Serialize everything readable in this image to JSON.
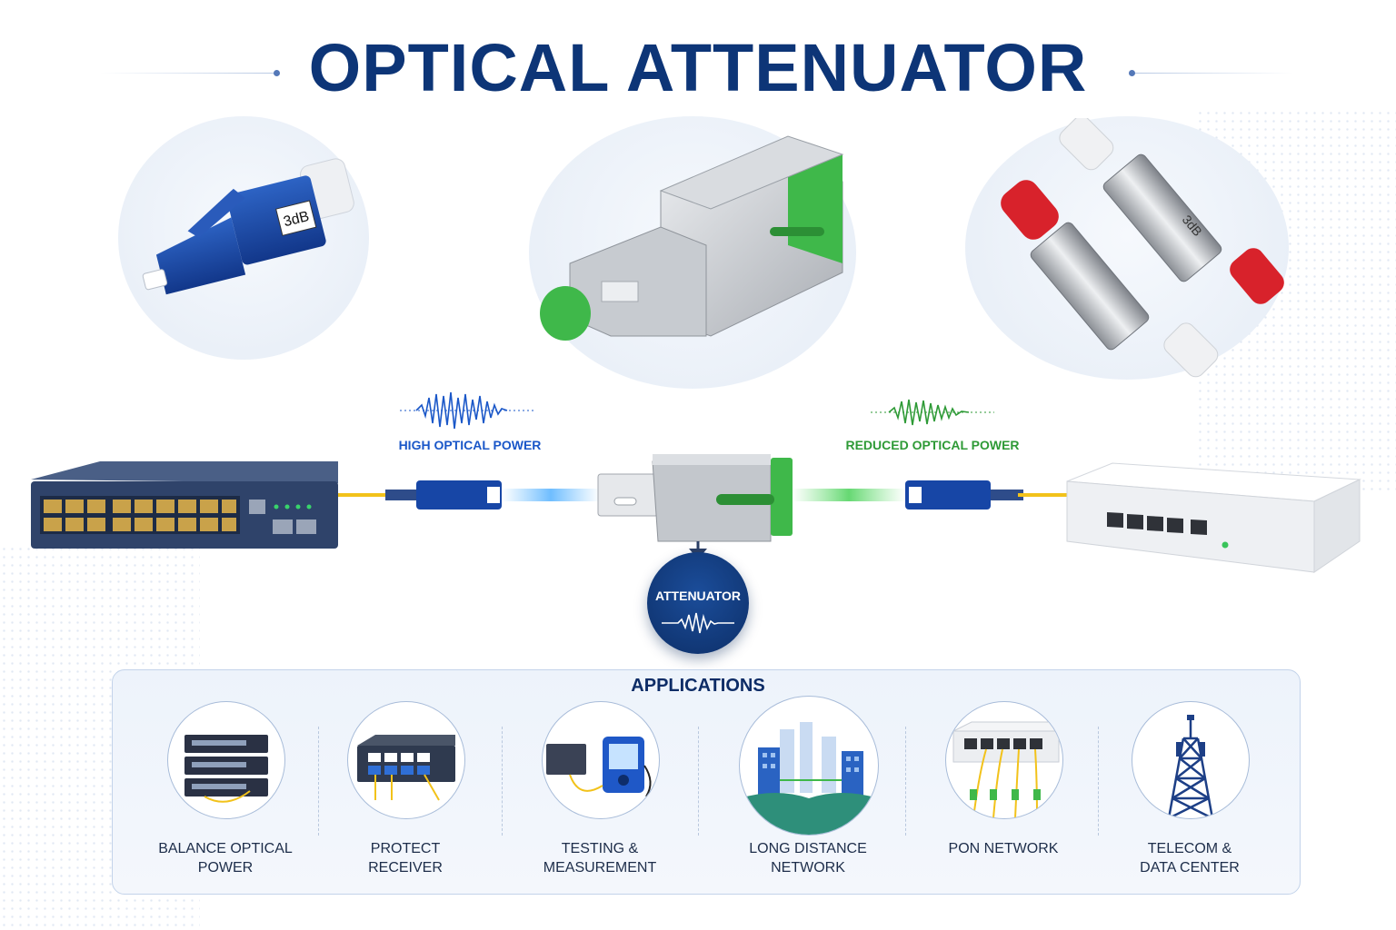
{
  "title": "OPTICAL ATTENUATOR",
  "products": {
    "lc_label": "3dB",
    "st_label": "3dB"
  },
  "signal": {
    "input_label": "HIGH OPTICAL POWER",
    "output_label": "REDUCED OPTICAL POWER",
    "attenuator_label": "ATTENUATOR"
  },
  "applications": {
    "title": "APPLICATIONS",
    "items": [
      {
        "label_line1": "BALANCE OPTICAL",
        "label_line2": "POWER"
      },
      {
        "label_line1": "PROTECT",
        "label_line2": "RECEIVER"
      },
      {
        "label_line1": "TESTING &",
        "label_line2": "MEASUREMENT"
      },
      {
        "label_line1": "LONG DISTANCE",
        "label_line2": "NETWORK"
      },
      {
        "label_line1": "PON NETWORK",
        "label_line2": ""
      },
      {
        "label_line1": "TELECOM &",
        "label_line2": "DATA CENTER"
      }
    ]
  },
  "colors": {
    "title": "#0d3577",
    "high_power": "#1a57c8",
    "reduced_power": "#2e9a36",
    "connector_blue": "#1746a6",
    "connector_green": "#3fb84a",
    "cap_red": "#d8222b"
  }
}
